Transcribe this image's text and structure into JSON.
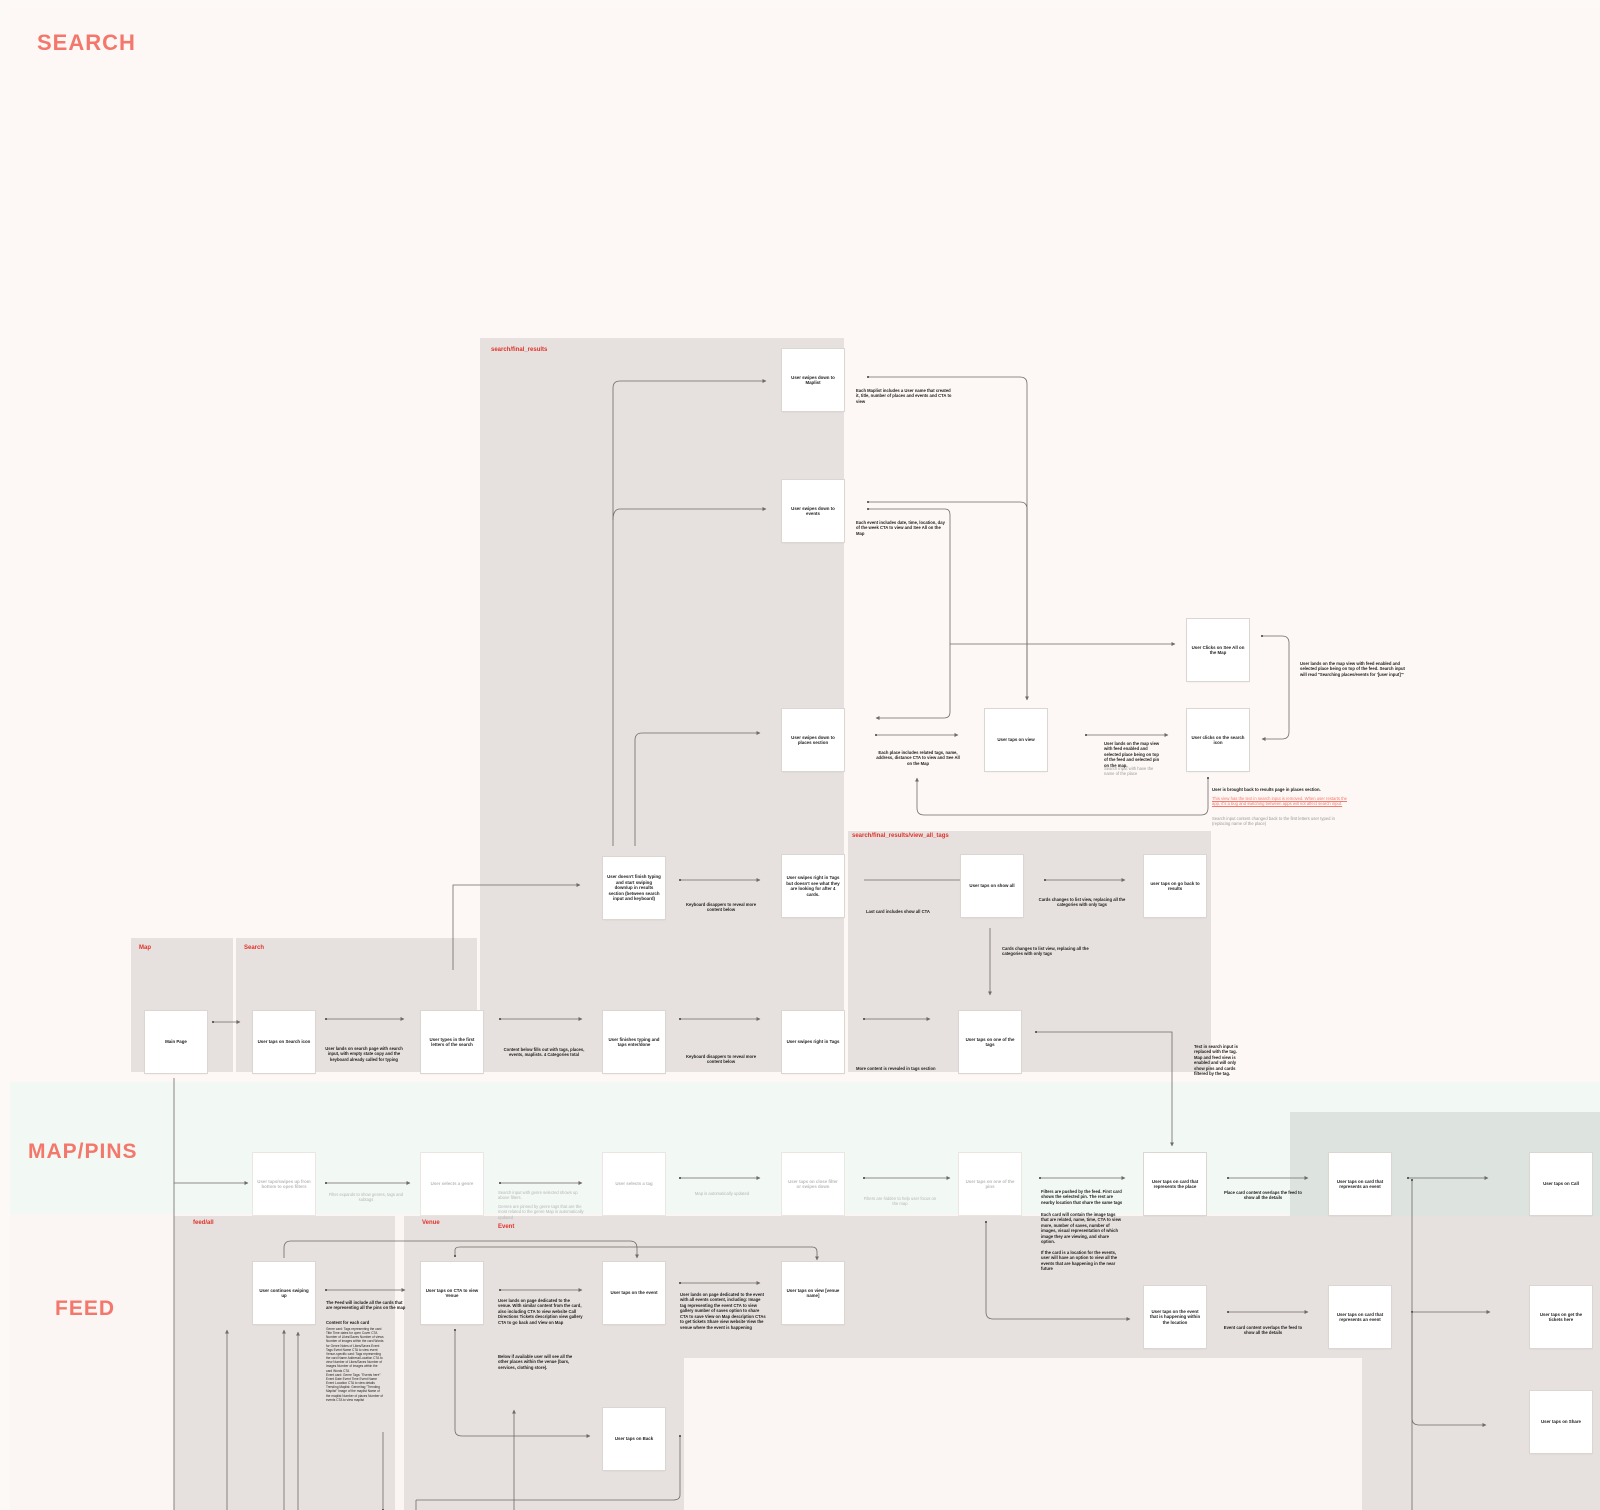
{
  "bands": {
    "search": {
      "title": "SEARCH",
      "color": "#f3776b"
    },
    "map_pins": {
      "title": "MAP/PINS",
      "color": "#f3776b"
    },
    "feed": {
      "title": "FEED",
      "color": "#f3776b"
    }
  },
  "panels": {
    "map": "Map",
    "search": "Search",
    "final_results": "search/final_results",
    "view_all_tags": "search/final_results/view_all_tags",
    "feed_all": "feed/all",
    "venue": "Venue",
    "event": "Event"
  },
  "nodes": {
    "main_page": "Main Page",
    "search_icon": "User taps on Search icon",
    "types_letters": "User types in the first letters of the search",
    "finishes_typing": "User finishes typing and taps enter/done",
    "swipes_right_tags": "User swipes right in Tags",
    "doesnt_finish": "User doesn't finish typing and start swiping down/up in results section (between search input and keyboard)",
    "swipes_right_not_see": "User swipes right in Tags but doesn't see what they are looking for after 4 cards.",
    "swipes_maplist": "User swipes down to Maplist",
    "swipes_events": "User swipes down to events",
    "swipes_places": "User swipes down to places section",
    "taps_view": "User taps on view",
    "clicks_see_all": "User Clicks on See All on the Map",
    "clicks_search_icon": "User clicks on the search icon",
    "taps_show_all": "User taps on show all",
    "go_back_results": "user taps on go back to results",
    "taps_one_tag": "User taps on one of the tags",
    "swipe_filters": "User taps/swipes up from bottom to open filters",
    "selects_genre": "User selects a genre",
    "selects_tag": "User selects a tag",
    "taps_close": "User taps on close filter or swipes down",
    "taps_pins": "User taps on one of the pins",
    "card_place": "User taps on card that represents the place",
    "card_event_map": "User taps on card that represents an event",
    "taps_call": "User taps on Call",
    "continues_swiping": "User continues swiping up",
    "cta_venue": "User taps on CTA to view Venue",
    "taps_event": "User taps on the event",
    "view_venue_name": "User taps on view [venue name]",
    "event_happening": "User taps on the event that is happening within the location",
    "card_event_feed": "User taps on card that represents an event",
    "get_tickets": "User taps on get the tickets here",
    "taps_share": "User taps on Share",
    "taps_back": "User taps on Back"
  },
  "notes": {
    "lands_search": "User lands on search page with search input, with empty state copy and the keyboard already called for typing",
    "content_below": "Content below fills out with tags, places, events, maplists. 4 Categories total",
    "kb_disappears_1": "Keyboard disappers to reveal more content below",
    "kb_disappears_2": "Keyboard disappers to reveal more content below",
    "more_content": "More content is revealed in tags section",
    "last_card": "Last card includes show all CTA",
    "maplist_includes": "Each Maplist includes a User name that created it, title, number of places and events and CTA to view",
    "event_includes": "Each event includes date, time, location, day of the week CTA to view and See All on the Map",
    "place_includes": "Each place includes related tags, name, address, distance CTA to view and See All on the Map",
    "lands_map_feed": "User lands on the map view with feed enabled and selected place being on top of the feed. Search input will read \"Searching places/events for '[user input]'\"",
    "lands_map_view": "User lands on the map view with feed enabled and selected place being on top of the feed and selected pin on the map.",
    "lands_map_view_sub": "Search input with have the name of the place",
    "brought_back": "User is brought back to results page in places section.",
    "red_note": "This view has the text in search input is removed. When user restarts the app, it's a bug and switching between apps will not affect search input.",
    "input_changed": "Search input content changed back to the first letters user typed in (replacing name of the place)",
    "cards_list_1": "Cards changes to list view, replacing all the categories with only tags",
    "cards_list_2": "Cards changes to list view, replacing all the categories with only tags",
    "text_replaced": "Text in search input is replaced with the tag. Map and feed view is enabled and will only show pins and cards filtered by the tag.",
    "filter_expands": "Filter expands to show genres, tags and subtags",
    "genre_selected": "Search input with genre selected shows up above filters.",
    "genres_pins": "Genres are pinned by genre tags that are the most related to the genre Map is automatically updated",
    "map_updated": "Map is automatically updated",
    "filters_hidden": "Filters are hidden to help user focus on the map",
    "filters_pushed": "Filters are pushed by the feed. First card shows the selected pin. The rest are nearby location that share the same tags",
    "each_card": "Each card will contain the image tags that are related, name, time, CTA to view more, number of saves, number of images, visual representation of which image they are viewing, and share option.",
    "if_location": "If the card is a location for the events, user will have an option to view all the events that are happening in the near future",
    "place_card_overlaps": "Place card content overlaps the feed to show all the details",
    "event_card_overlaps": "Event card content overlaps the feed to show all the details",
    "feed_pins": "The Feed will include all the cards that are representing all the pins on the map",
    "feed_content_title": "Content for each card",
    "feed_content_body": "Genre card: Tags representing the card Title Time dates for open Cover CTA Number of Likes/Saves Number of views Number of images within the card Words for Genre Notes of Likes/Saves Event Tags Event Name CTA to view event\nVenue-specific card: Tags representing the card Name Address/Location CTA to view Number of Likes/Saves Number of images Number of images within the card Words CTA\nEvent card: Genre Tags: \"Events here\" Event Date Event Time Event Name Event Location CTA to view details\nTrending Maplist: Genre/tag \"Trending Maplist\" Image of the maplist Name of the maplist Number of places Number of events CTA to view maplist",
    "venue_page": "User lands on page dedicated to the venue. With similar content from the card, also including CTA to view website Call Directions Tickets description view gallery CTA to go back and View on Map",
    "venue_below": "Below if available user will see all the other places within the venue (bars, services, clothing store).",
    "event_page": "User lands on page dedicated to the event with all events content, including: Image tag representing the event CTA to view gallery number of saves option to share CTA to save View on Map description CTAs to get tickets Share view website View the venue where the event is happening"
  }
}
